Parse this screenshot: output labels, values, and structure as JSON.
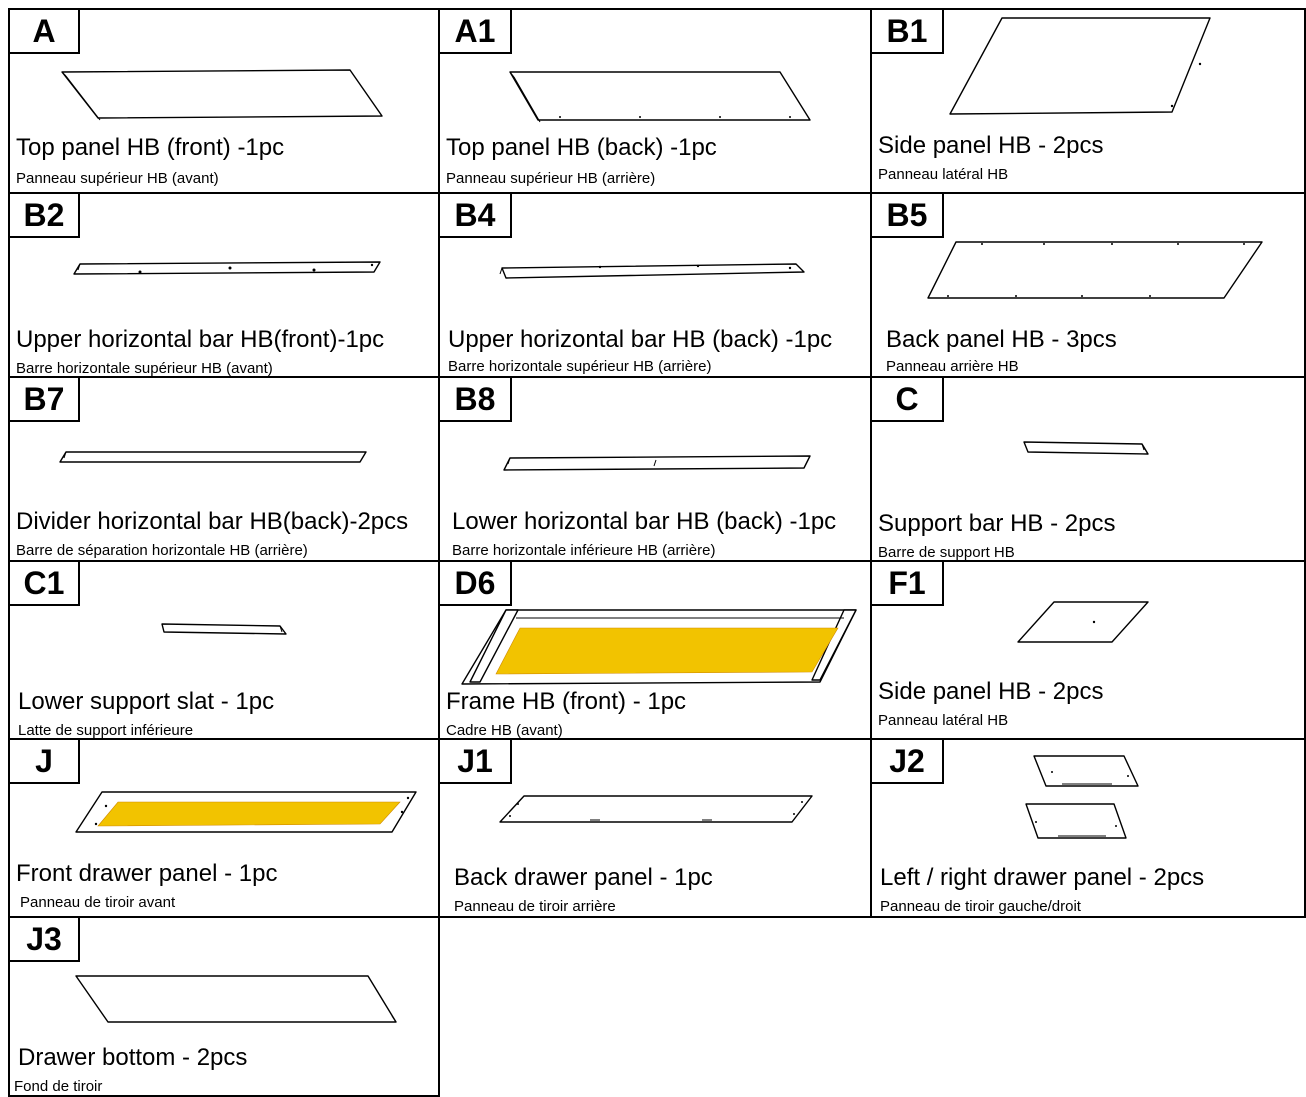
{
  "parts": [
    {
      "code": "A",
      "en": "Top panel HB (front) -1pc",
      "fr": "Panneau supérieur HB (avant)"
    },
    {
      "code": "A1",
      "en": "Top panel HB (back) -1pc",
      "fr": "Panneau supérieur HB (arrière)"
    },
    {
      "code": "B1",
      "en": "Side panel HB - 2pcs",
      "fr": "Panneau latéral HB"
    },
    {
      "code": "B2",
      "en": "Upper horizontal bar HB(front)-1pc",
      "fr": "Barre horizontale supérieur HB (avant)"
    },
    {
      "code": "B4",
      "en": "Upper horizontal bar HB (back) -1pc",
      "fr": "Barre horizontale supérieur HB (arrière)"
    },
    {
      "code": "B5",
      "en": "Back panel HB - 3pcs",
      "fr": "Panneau arrière HB"
    },
    {
      "code": "B7",
      "en": "Divider horizontal bar HB(back)-2pcs",
      "fr": "Barre de séparation horizontale HB (arrière)"
    },
    {
      "code": "B8",
      "en": "Lower horizontal bar HB (back) -1pc",
      "fr": "Barre horizontale inférieure HB (arrière)"
    },
    {
      "code": "C",
      "en": "Support bar HB - 2pcs",
      "fr": "Barre de support HB"
    },
    {
      "code": "C1",
      "en": "Lower support slat - 1pc",
      "fr": "Latte de support inférieure"
    },
    {
      "code": "D6",
      "en": "Frame HB (front) - 1pc",
      "fr": "Cadre HB (avant)"
    },
    {
      "code": "F1",
      "en": "Side panel HB - 2pcs",
      "fr": "Panneau latéral HB"
    },
    {
      "code": "J",
      "en": "Front drawer panel - 1pc",
      "fr": "Panneau de tiroir avant"
    },
    {
      "code": "J1",
      "en": "Back drawer panel - 1pc",
      "fr": "Panneau de tiroir arrière"
    },
    {
      "code": "J2",
      "en": "Left / right drawer panel - 2pcs",
      "fr": "Panneau de tiroir gauche/droit"
    },
    {
      "code": "J3",
      "en": "Drawer bottom - 2pcs",
      "fr": "Fond de tiroir"
    }
  ],
  "colors": {
    "mesh": "#f2c300",
    "border": "#000000"
  }
}
